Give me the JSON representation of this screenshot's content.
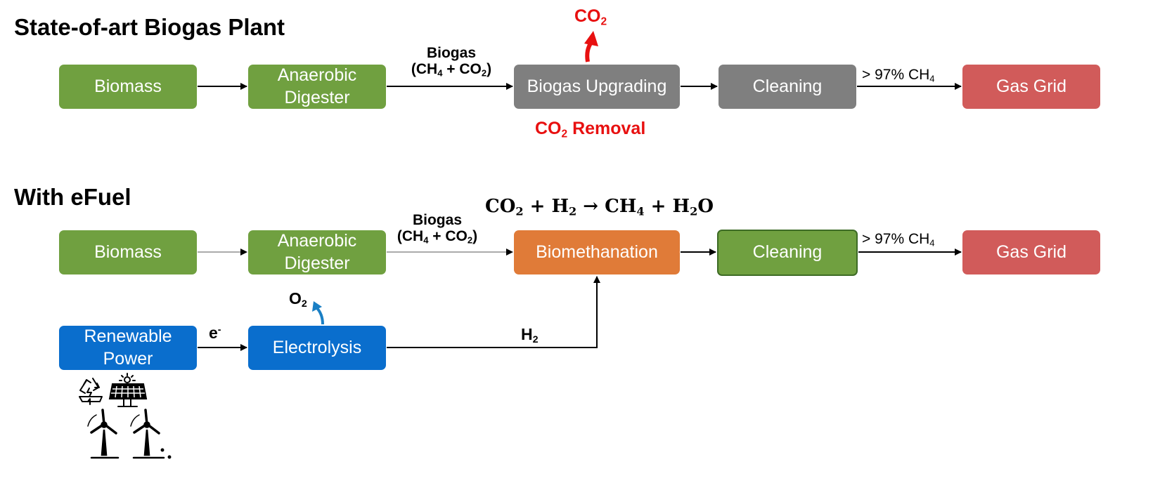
{
  "top": {
    "title": "State-of-art Biogas Plant",
    "biomass": "Biomass",
    "digester_line1": "Anaerobic",
    "digester_line2": "Digester",
    "biogas_label": "Biogas",
    "biogas_formula_open": "(CH",
    "biogas_formula_sub1": "4",
    "biogas_formula_mid": " + CO",
    "biogas_formula_sub2": "2",
    "biogas_formula_close": ")",
    "upgrading": "Biogas Upgrading",
    "co2_top_main": "CO",
    "co2_top_sub": "2",
    "removal_main": "CO",
    "removal_sub": "2",
    "removal_rest": " Removal",
    "cleaning": "Cleaning",
    "ch4_main": "> 97% CH",
    "ch4_sub": "4",
    "gas_grid": "Gas Grid"
  },
  "bottom": {
    "title": "With eFuel",
    "biomass": "Biomass",
    "digester_line1": "Anaerobic",
    "digester_line2": "Digester",
    "biogas_label": "Biogas",
    "biogas_formula_open": "(CH",
    "biogas_formula_sub1": "4",
    "biogas_formula_mid": " + CO",
    "biogas_formula_sub2": "2",
    "biogas_formula_close": ")",
    "equation": {
      "a": "CO",
      "a_sub": "2",
      "op1": " + H",
      "b_sub": "2",
      "arrow": " → CH",
      "c_sub": "4",
      "op2": " + H",
      "d_sub": "2",
      "tail": "O"
    },
    "biomethanation": "Biomethanation",
    "cleaning": "Cleaning",
    "ch4_main": "> 97% CH",
    "ch4_sub": "4",
    "gas_grid": "Gas Grid",
    "renewable_line1": "Renewable",
    "renewable_line2": "Power",
    "electron_main": "e",
    "electron_sup": "-",
    "electrolysis": "Electrolysis",
    "o2_main": "O",
    "o2_sub": "2",
    "h2_main": "H",
    "h2_sub": "2"
  },
  "colors": {
    "green": "#70a040",
    "gray": "#7f7f7f",
    "red_box": "#d15b5a",
    "orange": "#e07b38",
    "blue": "#0a6ecd",
    "co2_red": "#e81010",
    "o2_arrow_blue": "#1a7fc4"
  },
  "icons": [
    "recycle-icon",
    "solar-panel-icon",
    "wind-turbine-icon"
  ]
}
